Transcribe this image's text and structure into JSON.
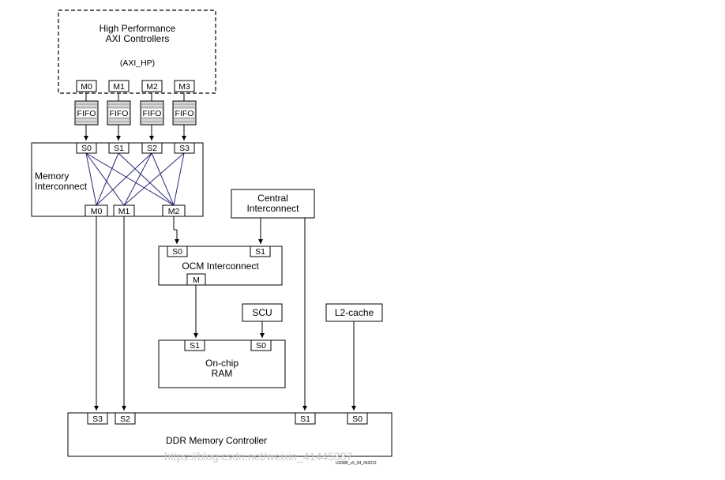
{
  "hp_block": {
    "title_line1": "High Performance",
    "title_line2": "AXI Controllers",
    "subtitle": "(AXI_HP)",
    "ports": [
      "M0",
      "M1",
      "M2",
      "M3"
    ]
  },
  "fifo_label": "FIFO",
  "memory_interconnect": {
    "label_line1": "Memory",
    "label_line2": "Interconnect",
    "slave_ports": [
      "S0",
      "S1",
      "S2",
      "S3"
    ],
    "master_ports": [
      "M0",
      "M1",
      "M2"
    ]
  },
  "central_interconnect": {
    "label_line1": "Central",
    "label_line2": "Interconnect"
  },
  "ocm_interconnect": {
    "label": "OCM Interconnect",
    "slave_ports": [
      "S0",
      "S1"
    ],
    "master_port": "M"
  },
  "scu": {
    "label": "SCU"
  },
  "l2_cache": {
    "label": "L2-cache"
  },
  "onchip_ram": {
    "label_line1": "On-chip",
    "label_line2": "RAM",
    "slave_ports": [
      "S1",
      "S0"
    ]
  },
  "ddr": {
    "label": "DDR Memory Controller",
    "slave_ports": [
      "S3",
      "S2",
      "S1",
      "S0"
    ]
  },
  "figure_id": "UG585_c5_04_050212",
  "watermark": "https://blog.csdn.net/weixin_41445387"
}
